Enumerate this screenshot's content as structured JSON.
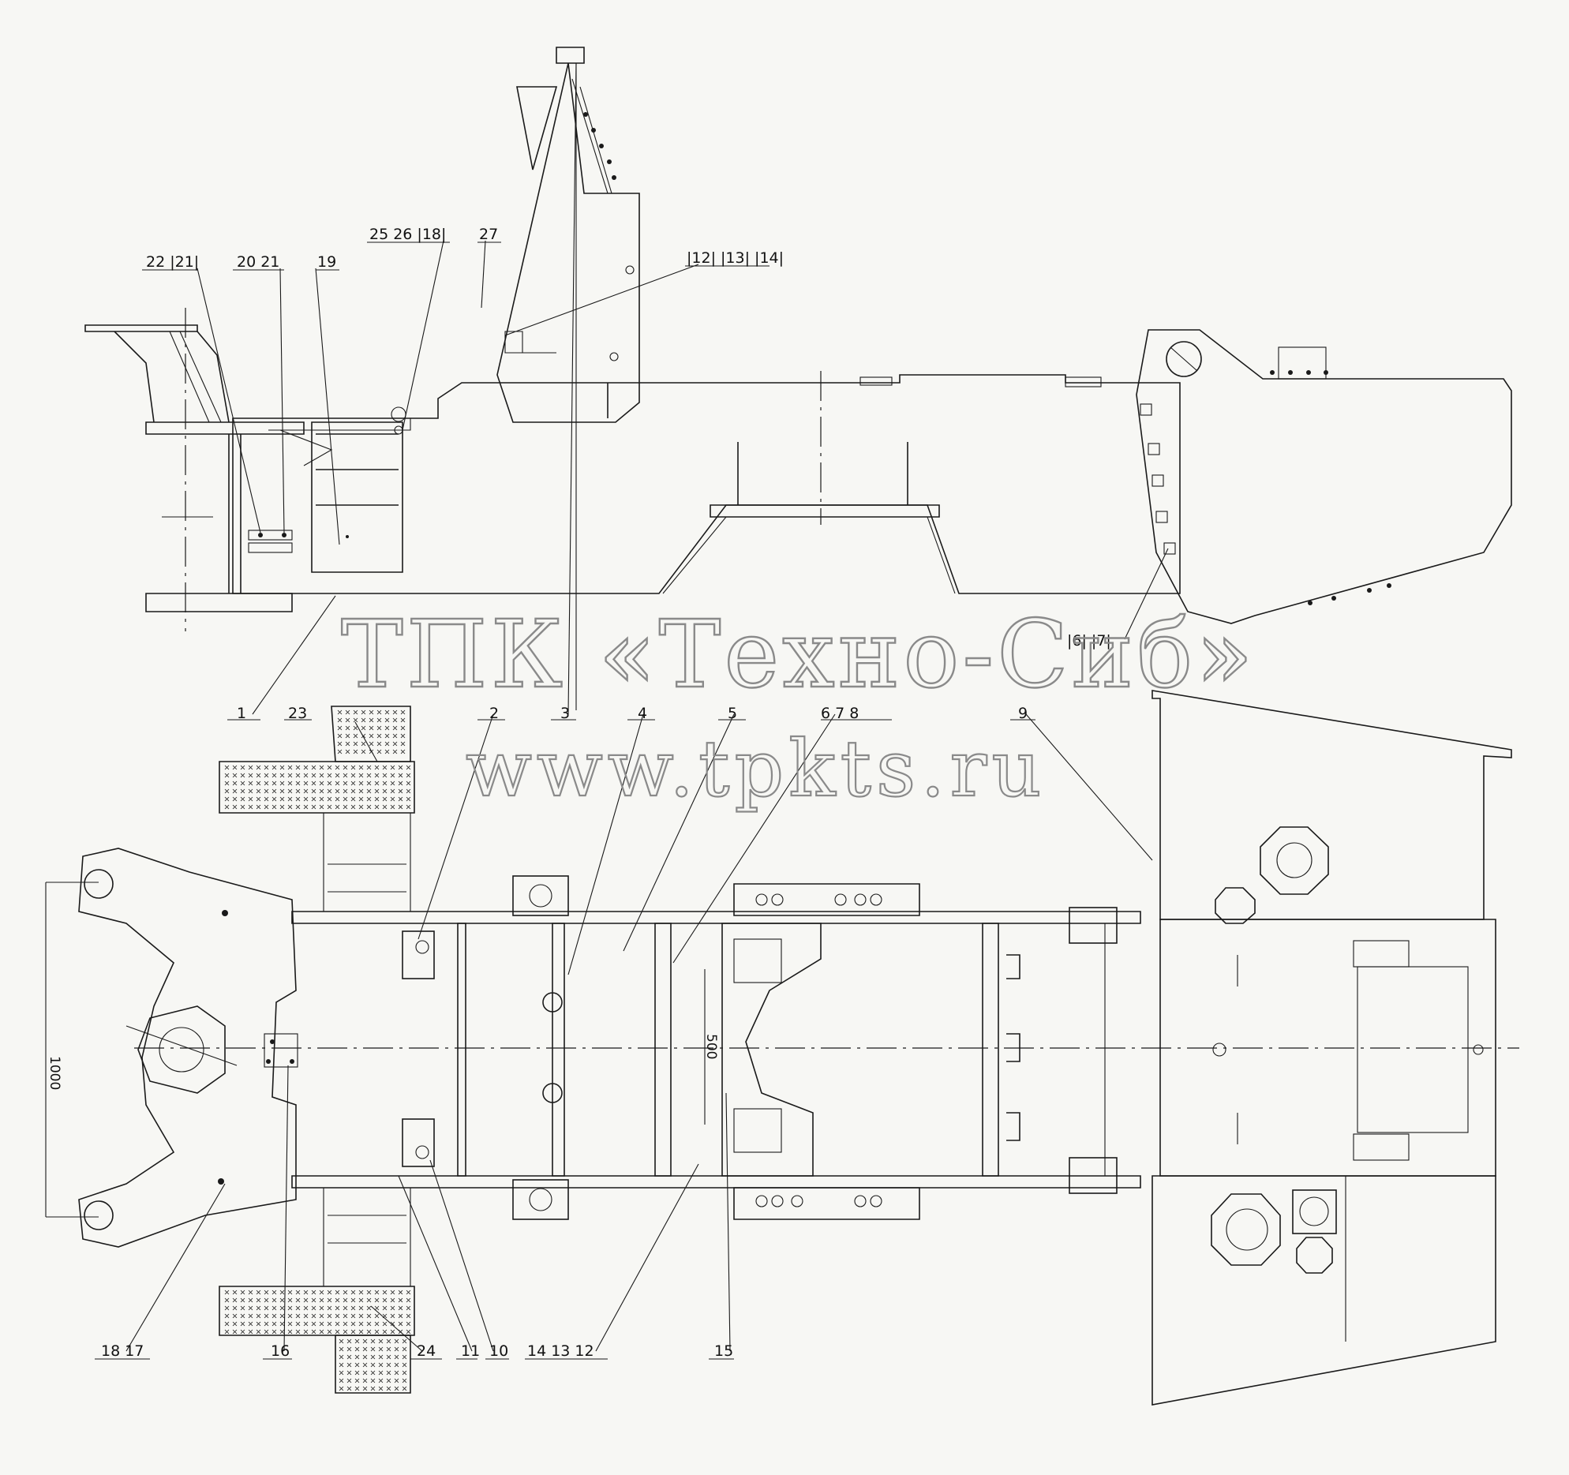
{
  "watermark": {
    "line1": "ТПК «Техно-Сиб»",
    "line2": "www.tpkts.ru"
  },
  "dimensions": {
    "width_1000": "1000",
    "length_500": "500"
  },
  "callouts": {
    "c1": "1",
    "c2": "2",
    "c3": "3",
    "c4": "4",
    "c5": "5",
    "c6_8": "6 7 8",
    "c9": "9",
    "c10": "10",
    "c11": "11",
    "c12_14": "14 13 12",
    "c15": "15",
    "c16": "16",
    "c17_18": "18 17",
    "c19": "19",
    "c20_21": "20 21",
    "c22_21": "22 |21|",
    "c23": "23",
    "c24": "24",
    "c25_26_18": "25 26 |18|",
    "c27": "27",
    "c12_13_14_boxed": "|12| |13| |14|",
    "c6_7_boxed": "|6| |7|"
  }
}
